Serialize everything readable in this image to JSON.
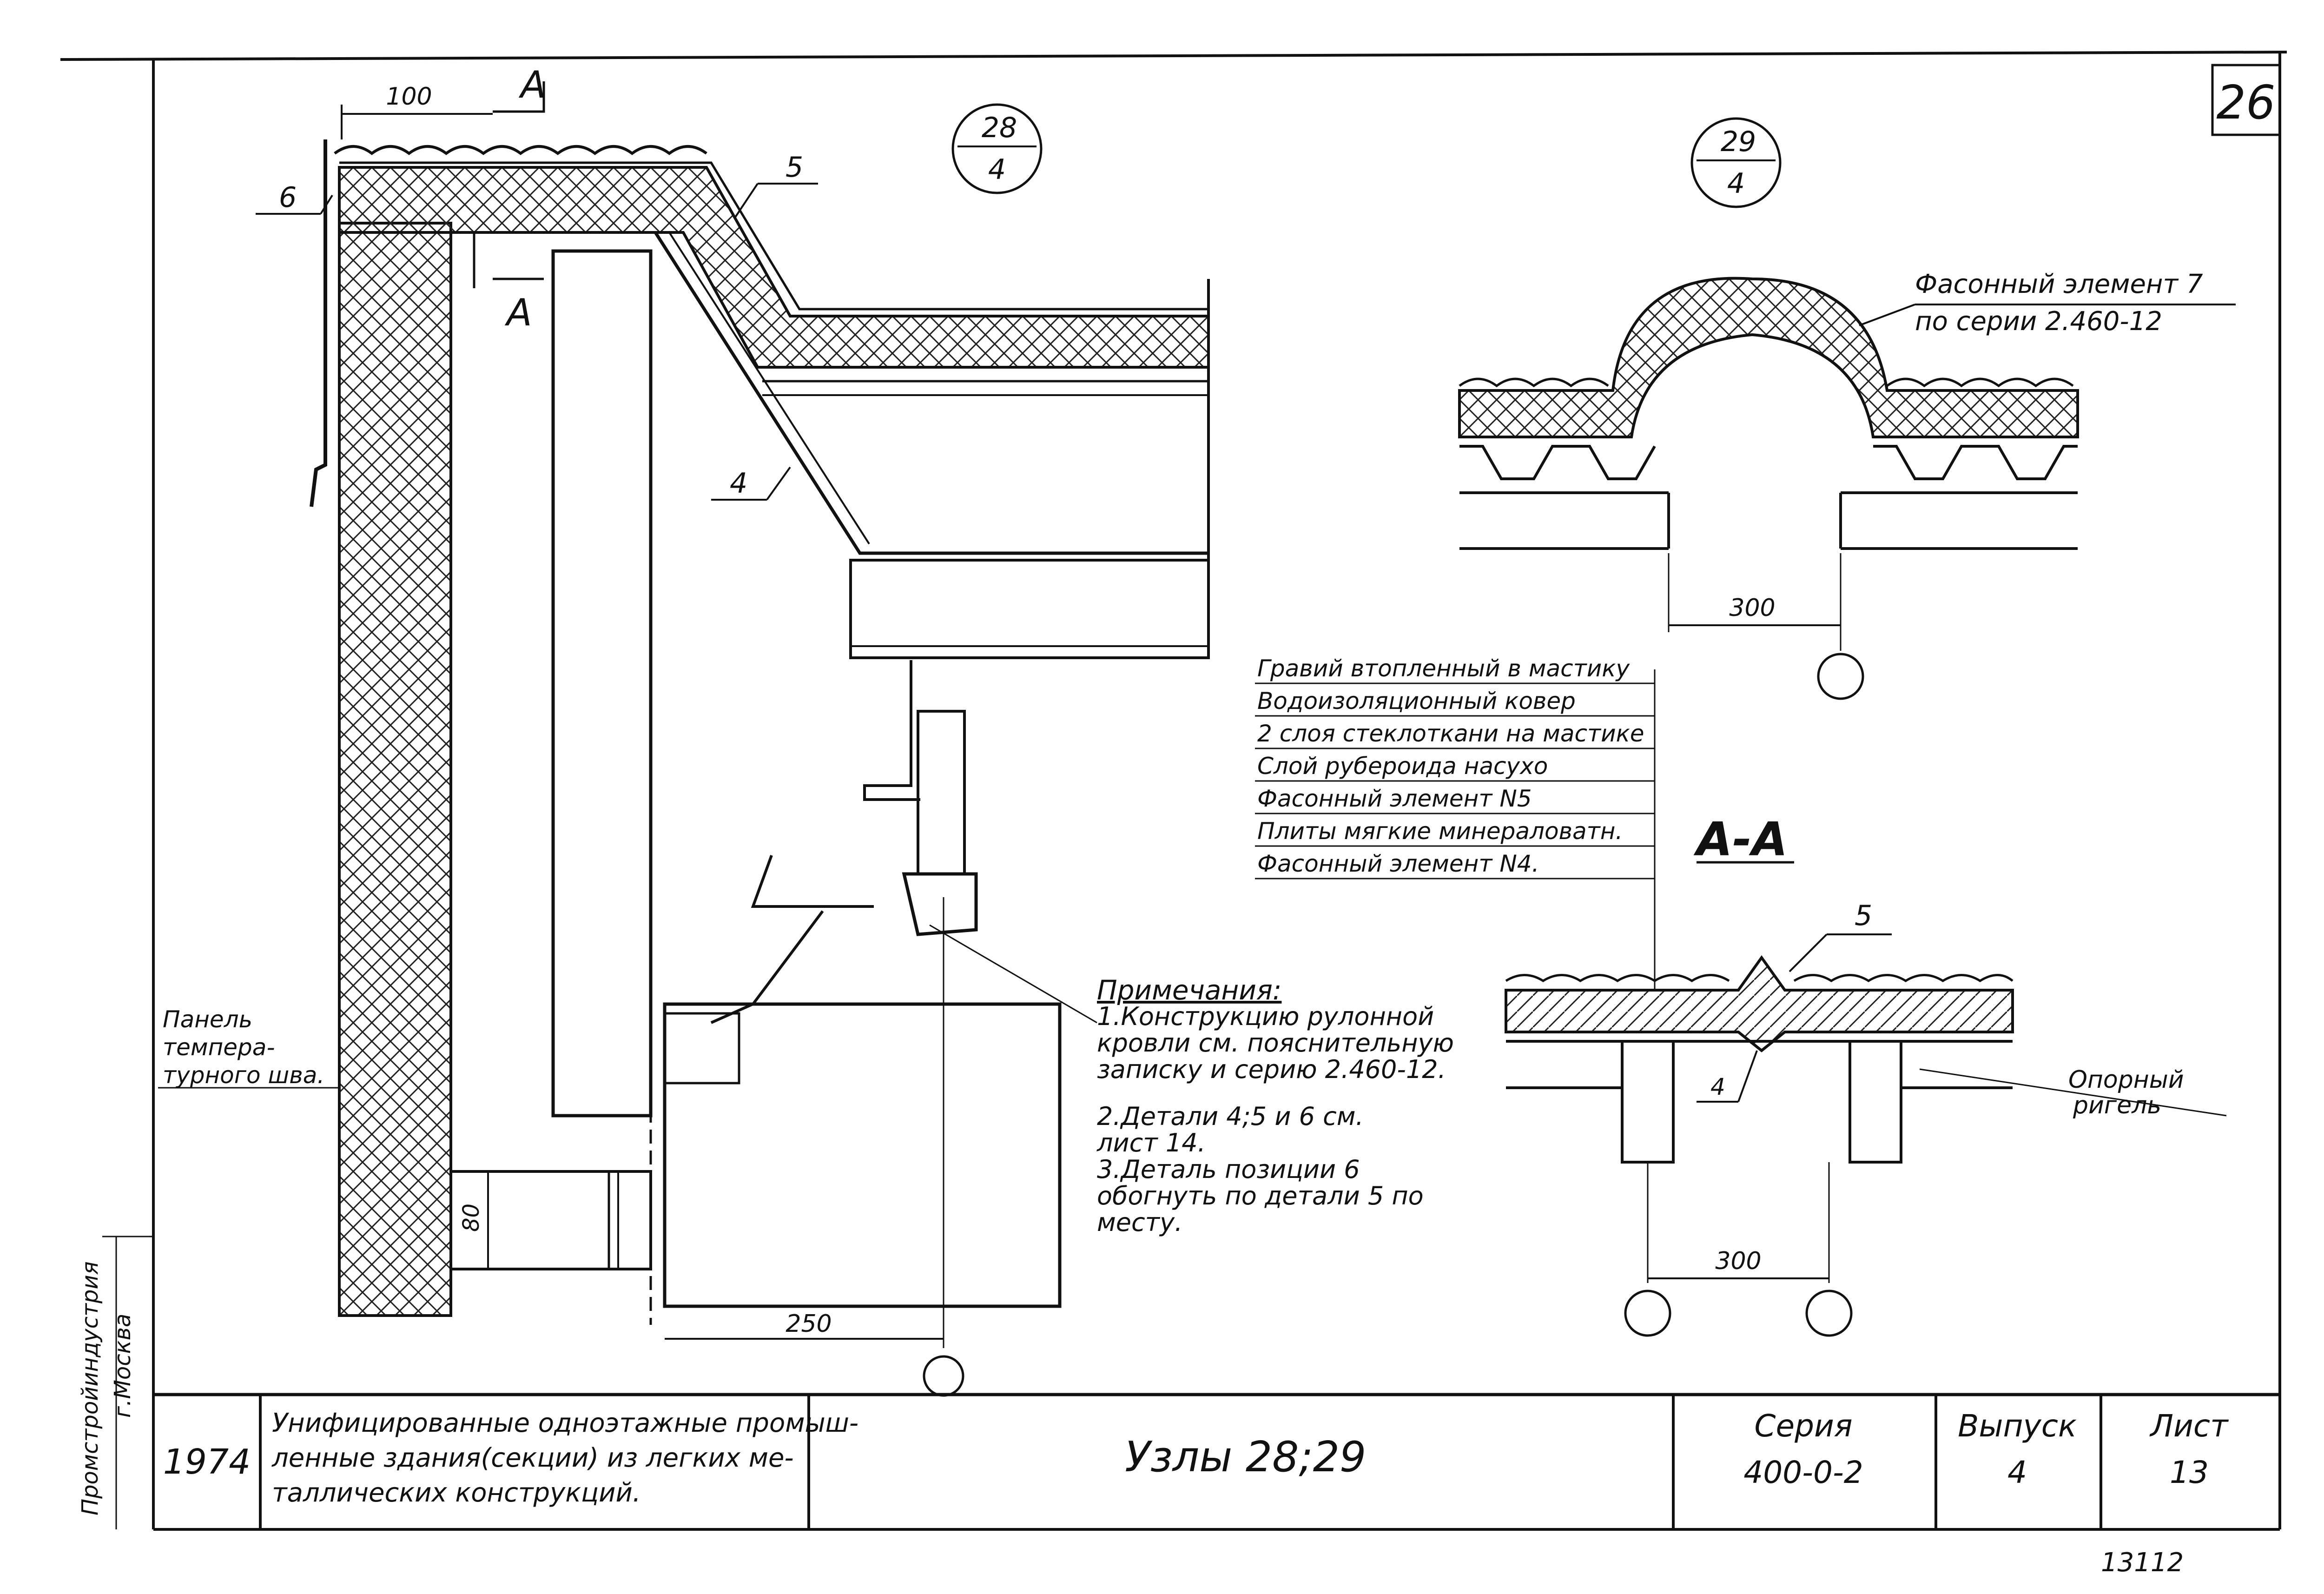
{
  "sheet_number_corner": "26",
  "sheet_number_bottom": "13112",
  "node28": {
    "num": "28",
    "den": "4"
  },
  "node29": {
    "num": "29",
    "den": "4"
  },
  "section_label": "A-A",
  "section_cut_mark": "A",
  "dimensions": {
    "d100": "100",
    "d80": "80",
    "d250": "250",
    "d300_top": "300",
    "d300_bottom": "300"
  },
  "callouts": {
    "c4": "4",
    "c5": "5",
    "c6": "6",
    "c5b": "5",
    "c4b": "4"
  },
  "labels": {
    "panel": [
      "Панель",
      "темпера-",
      "турного шва."
    ],
    "shaped_el7": [
      "Фасонный элемент 7",
      "по серии 2.460-12"
    ],
    "support_beam": [
      "Опорный",
      "ригель"
    ]
  },
  "layers": [
    "Гравий втопленный в мастику",
    "Водоизоляционный ковер",
    "2 слоя стеклоткани на мастике",
    "Слой рубероида насухо",
    "Фасонный элемент N5",
    "Плиты мягкие минераловатн.",
    "Фасонный элемент N4."
  ],
  "notes": {
    "title": "Примечания:",
    "lines": [
      "1.Конструкцию рулонной",
      "кровли см. пояснительную",
      "записку и серию 2.460-12.",
      "2.Детали 4;5 и 6 см.",
      "лист 14.",
      "3.Деталь позиции 6",
      "обогнуть по детали 5 по",
      "месту."
    ]
  },
  "side_stamp": [
    "Промстройиндустрия",
    "г.Москва"
  ],
  "title_block": {
    "year": "1974",
    "description": [
      "Унифицированные одноэтажные промыш-",
      "ленные здания(секции) из легких ме-",
      "таллических конструкций."
    ],
    "title": "Узлы 28;29",
    "series_label": "Серия",
    "series_value": "400-0-2",
    "issue_label": "Выпуск",
    "issue_value": "4",
    "sheet_label": "Лист",
    "sheet_value": "13"
  }
}
